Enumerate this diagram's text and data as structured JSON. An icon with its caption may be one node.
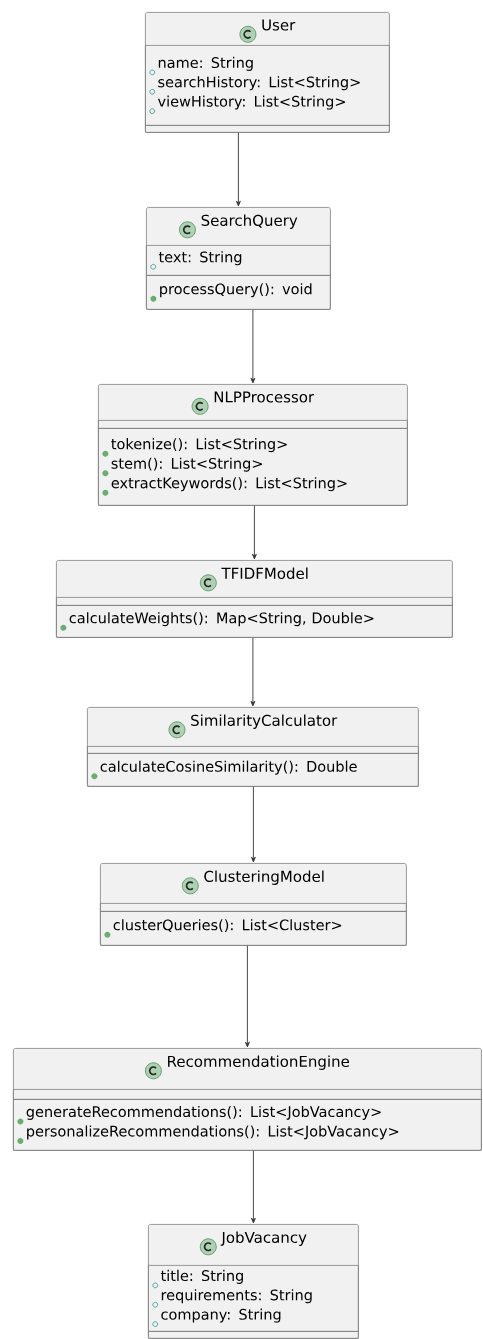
{
  "diagram": {
    "nodes": [
      {
        "text": [
          "User"
        ]
      },
      {
        "text": [
          "name: String",
          "searchHistory: List<String>",
          "viewHistory: List<String>"
        ],
        "in": 0
      },
      {
        "text": [],
        "shape": "box",
        "in": 0
      },
      {
        "text": [
          "SearchQuery"
        ]
      },
      {
        "text": [
          "text: String"
        ],
        "in": 3
      },
      {
        "text": [
          "processQuery(): void"
        ],
        "in": 3
      },
      {
        "text": [
          "NLPProcessor"
        ]
      },
      {
        "text": [],
        "shape": "box",
        "in": 6
      },
      {
        "text": [
          "tokenize(): List<String>",
          "stem(): List<String>",
          "extractKeywords(): List<String>"
        ],
        "in": 6
      },
      {
        "text": [
          "TFIDFModel"
        ]
      },
      {
        "text": [],
        "shape": "box",
        "in": 9
      },
      {
        "text": [
          "calculateWeights(): Map<String, Double>"
        ],
        "in": 9
      },
      {
        "text": [
          "SimilarityCalculator"
        ]
      },
      {
        "text": [],
        "shape": "box",
        "in": 12
      },
      {
        "text": [
          "calculateCosineSimilarity(): Double"
        ],
        "in": 12
      },
      {
        "text": [
          "ClusteringModel"
        ]
      },
      {
        "text": [],
        "shape": "box",
        "in": 15
      },
      {
        "text": [
          "clusterQueries(): List<Cluster>"
        ],
        "in": 15
      },
      {
        "text": [
          "RecommendationEngine"
        ]
      },
      {
        "text": [],
        "shape": "box",
        "in": 18
      },
      {
        "text": [
          "generateRecommendations(): List<JobVacancy>",
          "personalizeRecommendations(): List<JobVacancy>"
        ],
        "in": 18
      },
      {
        "text": [
          "JobVacancy"
        ]
      },
      {
        "text": [
          "title: String",
          "requirements: String",
          "company: String"
        ],
        "in": 21
      },
      {
        "text": [],
        "shape": "box",
        "in": 21
      }
    ],
    "edges": [
      {
        "from": 0,
        "to": 3,
        "arrow": "to"
      },
      {
        "from": 3,
        "to": 6,
        "arrow": "to"
      },
      {
        "from": 6,
        "to": 9,
        "arrow": "to"
      },
      {
        "from": 9,
        "to": 12,
        "arrow": "to"
      },
      {
        "from": 12,
        "to": 15,
        "arrow": "to"
      },
      {
        "from": 15,
        "to": 18,
        "arrow": "to"
      },
      {
        "from": 18,
        "to": 21,
        "arrow": "to"
      }
    ]
  }
}
